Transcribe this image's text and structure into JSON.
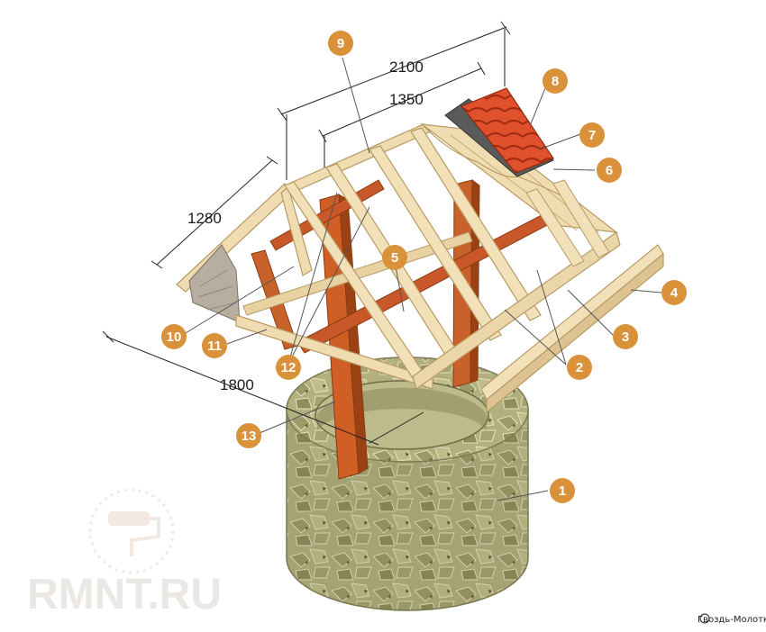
{
  "dimensions": {
    "width_overall": "2100",
    "width_inner": "1350",
    "depth": "1280",
    "base": "1800"
  },
  "callouts": [
    "1",
    "2",
    "3",
    "4",
    "5",
    "6",
    "7",
    "8",
    "9",
    "10",
    "11",
    "12",
    "13"
  ],
  "watermark": {
    "text": "RMNT.RU"
  },
  "credit": {
    "text": "Гвоздь-Молотка"
  },
  "colors": {
    "badge": "#d9923a",
    "wood_light": "#efdcb0",
    "wood_edge": "#c9ad78",
    "post": "#c2561f",
    "tile": "#d8431f",
    "stone": "#a9a776",
    "underlay": "#555555"
  }
}
